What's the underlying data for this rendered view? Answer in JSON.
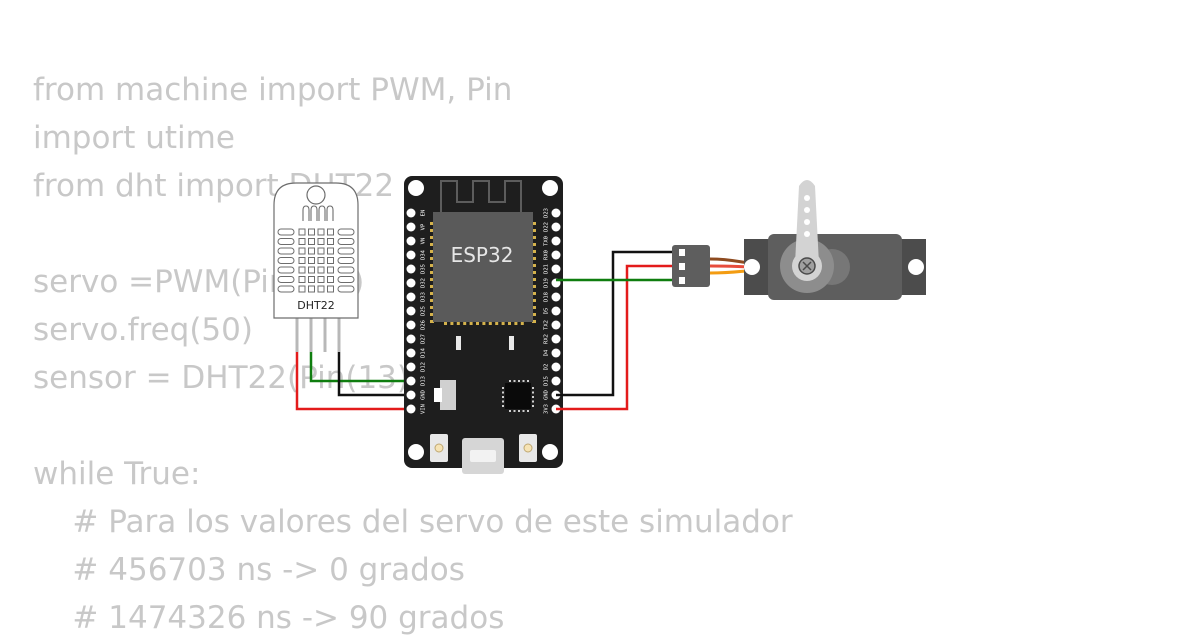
{
  "code_lines": [
    "from machine import PWM, Pin",
    "import utime",
    "from dht import DHT22",
    "",
    "servo =PWM(Pin(25))",
    "servo.freq(50)",
    "sensor = DHT22(Pin(13))",
    "",
    "while True:",
    "    # Para los valores del servo de este simulador",
    "    # 456703 ns -> 0 grados",
    "    # 1474326 ns -> 90 grados"
  ],
  "components": {
    "esp32": {
      "chip_label": "ESP32",
      "left_pins": [
        "EN",
        "VP",
        "VN",
        "D34",
        "D35",
        "D32",
        "D33",
        "D25",
        "D26",
        "D27",
        "D14",
        "D12",
        "D13",
        "GND",
        "VIN"
      ],
      "right_pins": [
        "D23",
        "D22",
        "TX0",
        "RX0",
        "D21",
        "D19",
        "D18",
        "D5",
        "TX2",
        "RX2",
        "D4",
        "D2",
        "D15",
        "GND",
        "3V3"
      ]
    },
    "dht22": {
      "label": "DHT22"
    },
    "servo": {}
  },
  "colors": {
    "code_text": "#c8c8c8",
    "board": "#1e1e1e",
    "chip": "#5a5a5a",
    "wire_red": "#e31b1b",
    "wire_green": "#0f7d0f",
    "wire_black": "#111111",
    "servo_body": "#5e5e5e",
    "servo_signal": "#f39c12",
    "servo_power": "#e74c3c",
    "servo_ground": "#8e4b20"
  }
}
